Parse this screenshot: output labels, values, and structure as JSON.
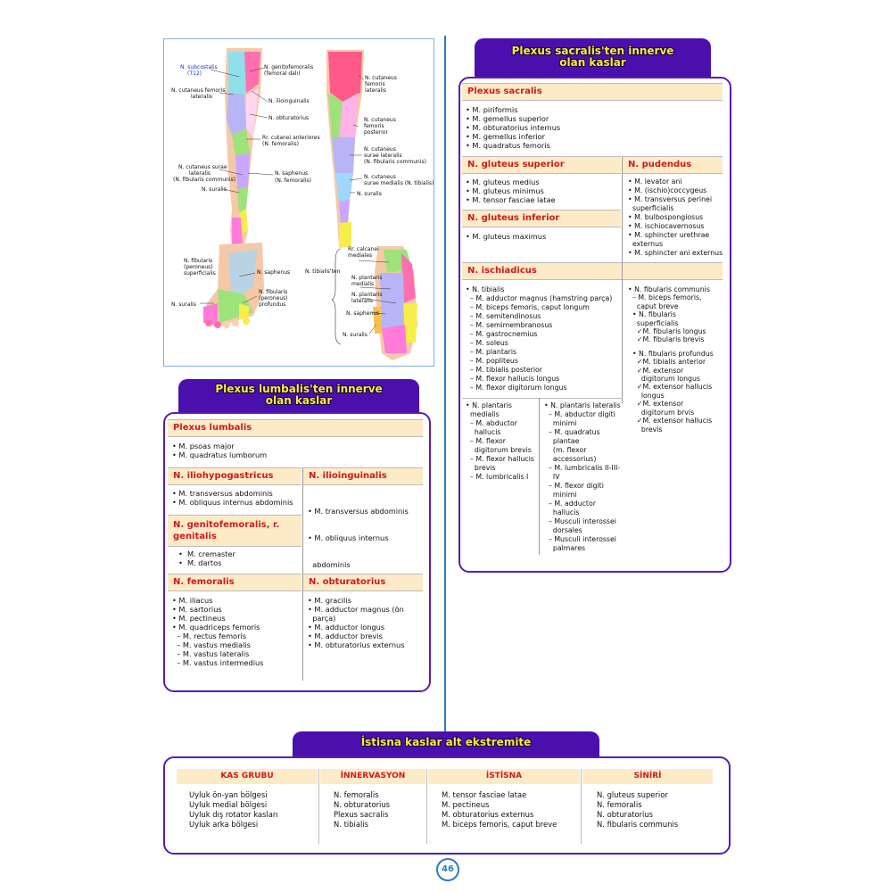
{
  "figure": {
    "front_labels": [
      "N. subcostalis",
      "(T12)",
      "N. genitofemoralis",
      "(femoral dalı)",
      "N. cutaneus femoris",
      "lateralis",
      "N. ilioinguinalis",
      "N. obturatorius",
      "Rr. cutanei anteriores",
      "(N. femoralis)",
      "N. cutaneus surae",
      "lateralis",
      "(N. fibularis communis)",
      "N. saphenus",
      "(N. femoralis)",
      "N. suralis"
    ],
    "back_labels": [
      "N. cutaneus",
      "femoris",
      "lateralis",
      "N. cutaneus",
      "femoris",
      "posterior",
      "N. cutaneus",
      "surae lateralis",
      "(N. fibularis communis)",
      "N. cutaneus",
      "surae medialis (N. tibialis)",
      "N. suralis"
    ],
    "foot_labels": [
      "N. fibularis",
      "(peroneus)",
      "superficialis",
      "N. saphenus",
      "N. fibularis",
      "(peroneus)",
      "profundus",
      "N. suralis"
    ],
    "sole_labels": [
      "Rr. calcanei",
      "mediales",
      "N. tibialis'ten",
      "N. plantaris",
      "medialis",
      "N. plantaris",
      "lateralis",
      "N. saphenus",
      "N. suralis"
    ]
  },
  "lumbalis": {
    "title_line1": "Plexus lumbalis'ten innerve",
    "title_line2": "olan kaslar",
    "plexus_title": "Plexus lumbalis",
    "plexus_items": [
      "• M. psoas major",
      "• M. quadratus lumborum"
    ],
    "iliohypo_title": "N. iliohypogastricus",
    "iliohypo_items": [
      "• M. transversus abdominis",
      "• M. obliquus internus abdominis"
    ],
    "ilioing_title": "N. ilioinguinalis",
    "ilioing_items": [
      "• M. transversus abdominis",
      "• M. obliquus internus",
      "  abdominis"
    ],
    "genito_title1": "N. genitofemoralis, r.",
    "genito_title2": "genitalis",
    "genito_items": [
      "•  M. cremaster",
      "•  M. dartos"
    ],
    "femoralis_title": "N. femoralis",
    "femoralis_items": [
      "• M. iliacus",
      "• M. sartorius",
      "• M. pectineus",
      "• M. quadriceps femoris",
      "  – M. rectus femoris",
      "  – M. vastus medialis",
      "  – M. vastus lateralis",
      "  – M. vastus intermedius"
    ],
    "obturatorius_title": "N. obturatorius",
    "obturatorius_items": [
      "• M. gracilis",
      "• M. adductor magnus (ön",
      "  parça)",
      "• M. adductor longus",
      "• M. adductor brevis",
      "• M. obturatorius externus"
    ]
  },
  "sacralis": {
    "title_line1": "Plexus sacralis'ten innerve",
    "title_line2": "olan kaslar",
    "plexus_title": "Plexus sacralis",
    "plexus_items": [
      "• M. piriformis",
      "• M. gemellus superior",
      "• M. obturatorius internus",
      "• M. gemellus inferior",
      "• M. quadratus femoris"
    ],
    "glut_sup_title": "N. gluteus superior",
    "glut_sup_items": [
      "• M. gluteus medius",
      "• M. gluteus minimus",
      "• M. tensor fasciae latae"
    ],
    "glut_inf_title": "N. gluteus inferior",
    "glut_inf_items": [
      "• M. gluteus maximus"
    ],
    "pudendus_title": "N. pudendus",
    "pudendus_items": [
      "• M. levator ani",
      "• M. (ischio)coccygeus",
      "• M. transversus perinei",
      "  superficialis",
      "• M. bulbospongiosus",
      "• M. ischiocavernosus",
      "• M. sphincter urethrae",
      "  externus",
      "• M. sphincter ani externus"
    ],
    "ischiadicus_title": "N. ischiadicus",
    "tibialis_items": [
      "• N. tibialis",
      "  – M. adductor magnus (hamstring parça)",
      "  – M. biceps femoris, caput longum",
      "  – M. semitendinosus",
      "  – M. semimembranosus",
      "  – M. gastrocnemius",
      "  – M. soleus",
      "  – M. plantaris",
      "  – M. popliteus",
      "  – M. tibialis posterior",
      "  – M. flexor hallucis longus",
      "  – M. flexor digitorum longus"
    ],
    "fibularis_items": [
      "• N. fibularis communis",
      "  – M. biceps femoris,",
      "    caput breve",
      "  • N. fibularis",
      "    superficialis",
      "    ✓M. fibularis longus",
      "    ✓M. fibularis brevis",
      "",
      "  • N. fibularis profundus",
      "    ✓M. tibialis anterior",
      "    ✓M. extensor",
      "      digitorum longus",
      "    ✓M. extensor hallucis",
      "      longus",
      "    ✓M. extensor",
      "      digitorum brvis",
      "    ✓M. extensor hallucis",
      "      brevis"
    ],
    "plant_med_items": [
      "• N. plantaris",
      "  medialis",
      "  – M. abductor",
      "    hallucis",
      "  – M. flexor",
      "    digitorum brevis",
      "  – M. flexor hallucis",
      "    brevis",
      "  – M. lumbricalis I"
    ],
    "plant_lat_items": [
      "• N. plantaris lateralis",
      "  – M. abductor digiti",
      "    minimi",
      "  – M. quadratus",
      "    plantae",
      "    (m. flexor",
      "    accessorius)",
      "  – M. lumbricalis II-III-",
      "    IV",
      "  – M. flexor digiti",
      "    minimi",
      "  – M. adductor",
      "    hallucis",
      "  – Musculi interossei",
      "    dorsales",
      "  – Musculi interossei",
      "    palmares"
    ]
  },
  "istisna": {
    "title": "İstisna kaslar alt ekstremite",
    "headers": [
      "KAS GRUBU",
      "İNNERVASYON",
      "İSTİSNA",
      "SİNİRİ"
    ],
    "col1": [
      "Uyluk ön-yan bölgesi",
      "Uyluk medial bölgesi",
      "Uyluk dış rotator kasları",
      "Uyluk arka bölgesi"
    ],
    "col2": [
      "N. femoralis",
      "N. obturatorius",
      "Plexus sacralis",
      "N. tibialis"
    ],
    "col3": [
      "M. tensor fasciae latae",
      "M. pectineus",
      "M. obturatorius externus",
      "M. biceps femoris, caput breve"
    ],
    "col4": [
      "N. gluteus superior",
      "N. femoralis",
      "N. obturatorius",
      "N. fibularis communis"
    ]
  },
  "page_number": "46",
  "colors": {
    "header_bg": "#4b0fae",
    "header_text": "#f7ef2e",
    "section_bg": "#fdebc8",
    "section_text": "#d11a1a",
    "border": "#5a1cb6",
    "divider": "#2b7bc4"
  }
}
